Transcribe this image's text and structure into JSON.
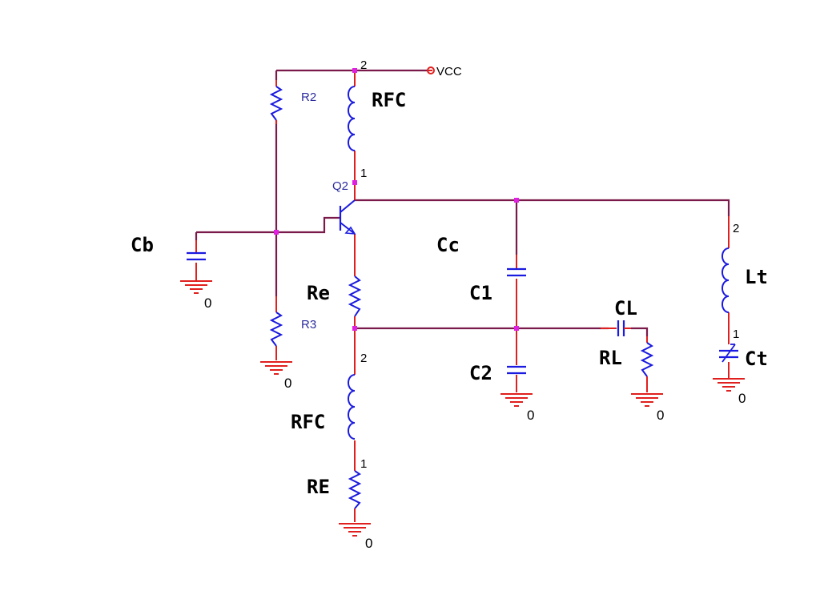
{
  "colors": {
    "wire": "#7a1a4a",
    "lead": "#e0201e",
    "component": "#1a1ae0",
    "junction": "#e020e0",
    "text": "#000000",
    "ref_text": "#2b2b9e",
    "background": "#ffffff"
  },
  "power": {
    "label": "VCC",
    "pin": "2"
  },
  "transistor": {
    "ref": "Q2",
    "symbol": "npn-transistor"
  },
  "components": {
    "R2": {
      "ref": "R2",
      "symbol": "resistor"
    },
    "R3": {
      "ref": "R3",
      "symbol": "resistor"
    },
    "RFC_top": {
      "label": "RFC",
      "pin_top": "2",
      "pin_bottom": "1",
      "symbol": "inductor"
    },
    "RFC_bottom": {
      "label": "RFC",
      "pin_top": "2",
      "pin_bottom": "1",
      "symbol": "inductor"
    },
    "Cb": {
      "label": "Cb",
      "symbol": "capacitor"
    },
    "Cc": {
      "label": "Cc"
    },
    "Re": {
      "label": "Re",
      "symbol": "resistor"
    },
    "RE": {
      "label": "RE",
      "symbol": "resistor"
    },
    "C1": {
      "label": "C1",
      "symbol": "capacitor"
    },
    "C2": {
      "label": "C2",
      "symbol": "capacitor"
    },
    "CL": {
      "label": "CL",
      "symbol": "capacitor"
    },
    "RL": {
      "label": "RL",
      "symbol": "resistor"
    },
    "Lt": {
      "label": "Lt",
      "pin_top": "2",
      "pin_bottom": "1",
      "symbol": "inductor"
    },
    "Ct": {
      "label": "Ct",
      "symbol": "variable-capacitor"
    }
  },
  "ground_label": "0"
}
